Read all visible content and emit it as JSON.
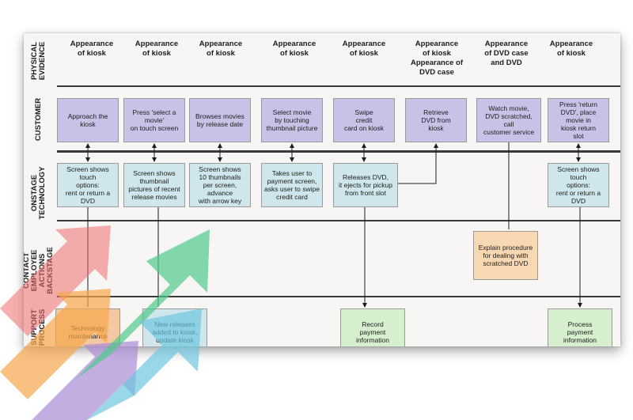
{
  "lanes": {
    "physical": "PHYSICAL\nEVIDENCE",
    "customer": "CUSTOMER",
    "onstage": "ONSTAGE\nTECHNOLOGY",
    "contact": "CONTACT\nEMPLOYEE\nACTIONS\nBACKSTAGE",
    "support": "SUPPORT\nPROCESS"
  },
  "evidence": [
    "Appearance\nof kiosk",
    "Appearance\nof kiosk",
    "Appearance\nof kiosk",
    "Appearance\nof kiosk",
    "Appearance\nof kiosk",
    "Appearance\nof kiosk\nAppearance of\nDVD case",
    "Appearance\nof DVD case\nand DVD",
    "Appearance\nof kiosk"
  ],
  "customer": [
    "Approach the\nkiosk",
    "Press 'select a\nmovie'\non touch screen",
    "Browses movies\nby release date",
    "Select movie\nby touching\nthumbnail picture",
    "Swipe\ncredit\ncard on kiosk",
    "Retrieve\nDVD from\nkiosk",
    "Watch movie,\nDVD scratched,\ncall\ncustomer service",
    "Press 'return\nDVD', place\nmovie in\nkiosk return\nslot"
  ],
  "technology": [
    "Screen shows\ntouch\noptions:\nrent or return a\nDVD",
    "Screen shows\nthumbnail\npictures of recent\nrelease movies",
    "Screen shows\n10 thumbnails\nper screen,\nadvance\nwith arrow key",
    "Takes user to\npayment screen,\nasks user to swipe\ncredit card",
    "Releases DVD,\nit ejects for pickup\nfrom front slot",
    "Screen shows\ntouch\noptions:\nrent or return a\nDVD"
  ],
  "employee": {
    "explain": "Explain procedure\nfor dealing with\nscratched DVD"
  },
  "support": [
    "Technology\nmaintenance",
    "New releases\nadded to kiosk,\nupdate kiosk",
    "Record\npayment\ninformation",
    "Process\npayment\ninformation"
  ],
  "colors": {
    "customer_box": "#c8c3e6",
    "technology_box": "#cfe7ec",
    "employee_box": "#f8d8b2",
    "support_box": "#d6efcf",
    "arrow_red": "#f06b6e",
    "arrow_orange": "#f7a64c",
    "arrow_purple": "#a98bd6",
    "arrow_green": "#4fc98a",
    "arrow_blue": "#6fc6e0"
  }
}
